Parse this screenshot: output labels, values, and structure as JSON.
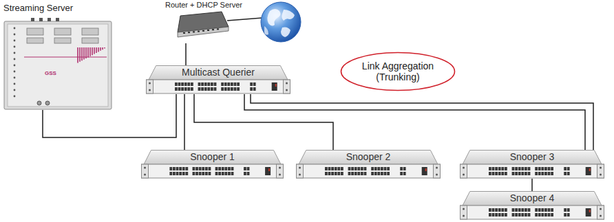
{
  "diagram": {
    "nodes": [
      {
        "text": [
          "Streaming Server"
        ]
      },
      {
        "text": [
          "Router + DHCP Server"
        ]
      },
      {
        "text": [
          "Multicast Querier"
        ]
      },
      {
        "text": [
          "Snooper 1"
        ]
      },
      {
        "text": [
          "Snooper 2"
        ]
      },
      {
        "text": [
          "Snooper 3"
        ]
      },
      {
        "text": [
          "Snooper 4"
        ]
      },
      {
        "text": [
          "Link Aggregation (Trunking)"
        ]
      }
    ],
    "edges": [
      {
        "from": 0,
        "to": 2,
        "arrow": "none"
      },
      {
        "from": 1,
        "to": 2,
        "arrow": "none"
      },
      {
        "from": 2,
        "to": 3,
        "arrow": "none"
      },
      {
        "from": 2,
        "to": 4,
        "arrow": "none"
      },
      {
        "from": 2,
        "to": 5,
        "arrow": "none"
      },
      {
        "from": 2,
        "to": 5,
        "arrow": "none"
      },
      {
        "from": 5,
        "to": 6,
        "arrow": "none"
      }
    ],
    "labels": [
      "GSS"
    ]
  }
}
